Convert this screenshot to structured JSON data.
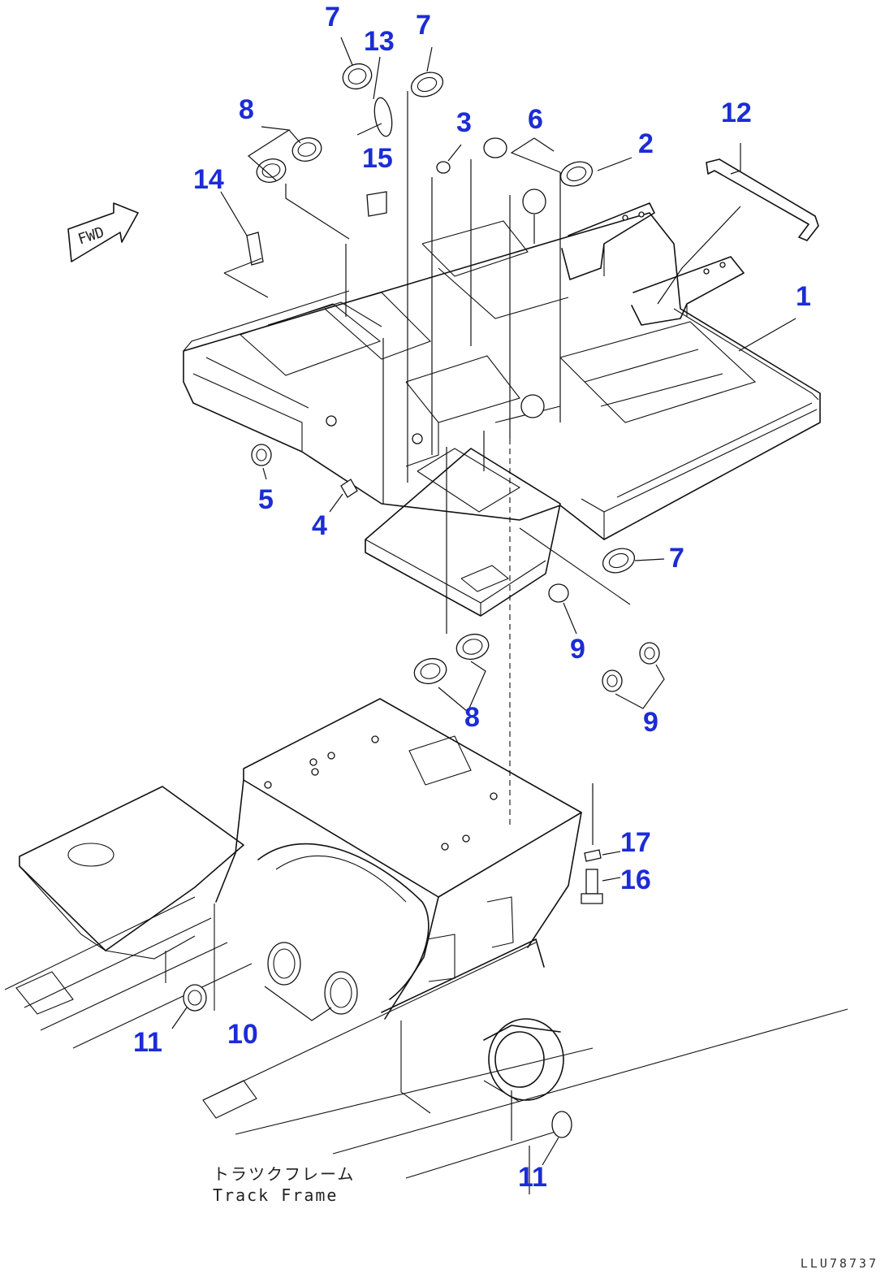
{
  "callouts": {
    "c1": "1",
    "c2": "2",
    "c3": "3",
    "c4": "4",
    "c5": "5",
    "c6": "6",
    "c7a": "7",
    "c7b": "7",
    "c7c": "7",
    "c8a": "8",
    "c8b": "8",
    "c9a": "9",
    "c9b": "9",
    "c10": "10",
    "c11a": "11",
    "c11b": "11",
    "c12": "12",
    "c13": "13",
    "c14": "14",
    "c15": "15",
    "c16": "16",
    "c17": "17"
  },
  "forward_marker": "FWD",
  "caption": {
    "japanese": "トラツクフレーム",
    "english": "Track Frame"
  },
  "drawing_code": "LLU78737",
  "colors": {
    "callout": "#1c2cd6",
    "line": "#111111",
    "background": "#ffffff"
  }
}
